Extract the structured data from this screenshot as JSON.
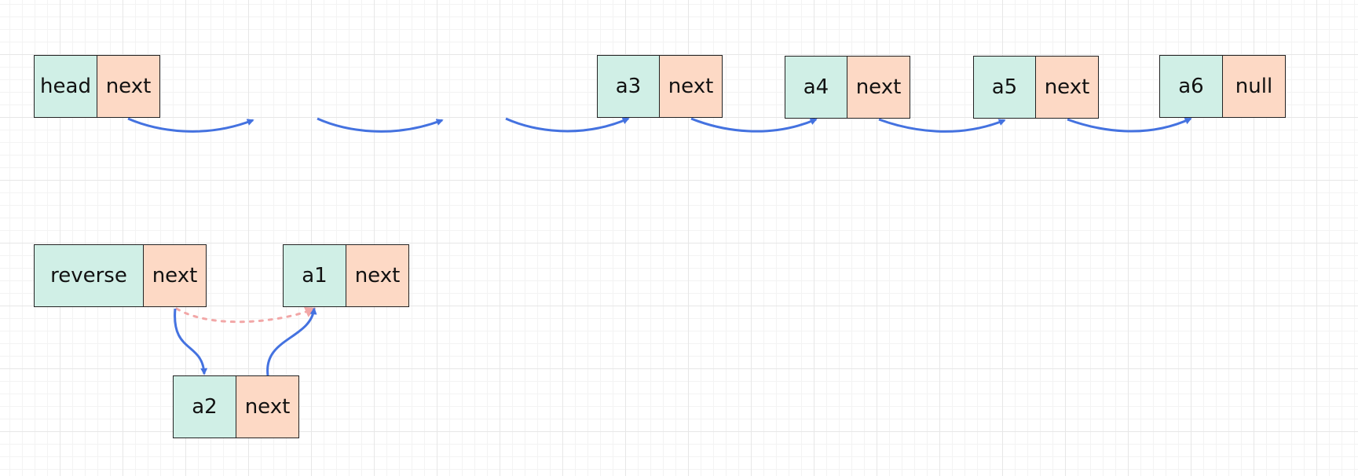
{
  "diagram": {
    "colors": {
      "value_cell": "#d0efe6",
      "pointer_cell": "#fdd9c5",
      "arrow": "#4472e0",
      "old_link": "#f2a7a7",
      "grid": "#e7e7e7",
      "border": "#222222"
    },
    "list": {
      "head": {
        "value": "head",
        "pointer": "next"
      },
      "a3": {
        "value": "a3",
        "pointer": "next"
      },
      "a4": {
        "value": "a4",
        "pointer": "next"
      },
      "a5": {
        "value": "a5",
        "pointer": "next"
      },
      "a6": {
        "value": "a6",
        "pointer": "null"
      }
    },
    "reversed": {
      "reverse": {
        "value": "reverse",
        "pointer": "next"
      },
      "a1": {
        "value": "a1",
        "pointer": "next"
      },
      "a2": {
        "value": "a2",
        "pointer": "next"
      }
    }
  }
}
